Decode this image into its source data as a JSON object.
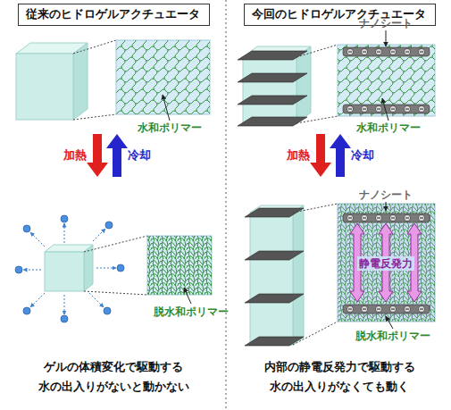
{
  "diagram": {
    "nodes": [
      {
        "text": [
          "従来のヒドロゲルアクチュエータ"
        ]
      },
      {
        "text": [
          "今回のヒドロゲルアクチュエータ"
        ]
      }
    ],
    "labels": [
      "水和ポリマー",
      "加熱",
      "冷却",
      "脱水和ポリマー",
      "ゲルの体積変化で駆動する",
      "水の出入りがないと動かない",
      "ナノシート",
      "水和ポリマー",
      "加熱",
      "冷却",
      "ナノシート",
      "静電反発力",
      "脱水和ポリマー",
      "内部の静電反発力で駆動する",
      "水の出入りがなくても動く"
    ]
  }
}
